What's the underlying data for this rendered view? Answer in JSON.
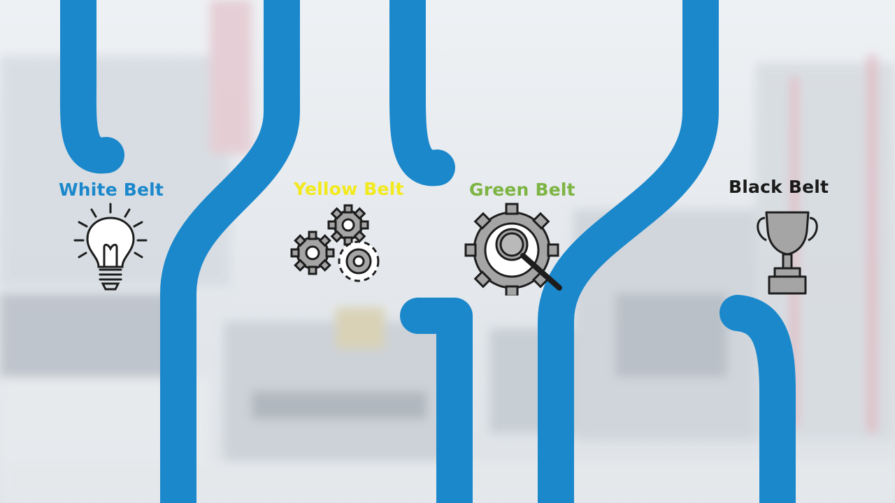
{
  "belts": [
    {
      "label": "White Belt",
      "color": "#1b88cc",
      "icon": "lightbulb-icon"
    },
    {
      "label": "Yellow Belt",
      "color": "#f2ea1c",
      "icon": "gears-icon"
    },
    {
      "label": "Green Belt",
      "color": "#7db443",
      "icon": "gear-magnifier-icon"
    },
    {
      "label": "Black Belt",
      "color": "#1a1a1a",
      "icon": "trophy-icon"
    }
  ],
  "colors": {
    "path": "#1b88cc",
    "icon_stroke": "#1d1d1d",
    "icon_fill": "#a5a5a5"
  }
}
